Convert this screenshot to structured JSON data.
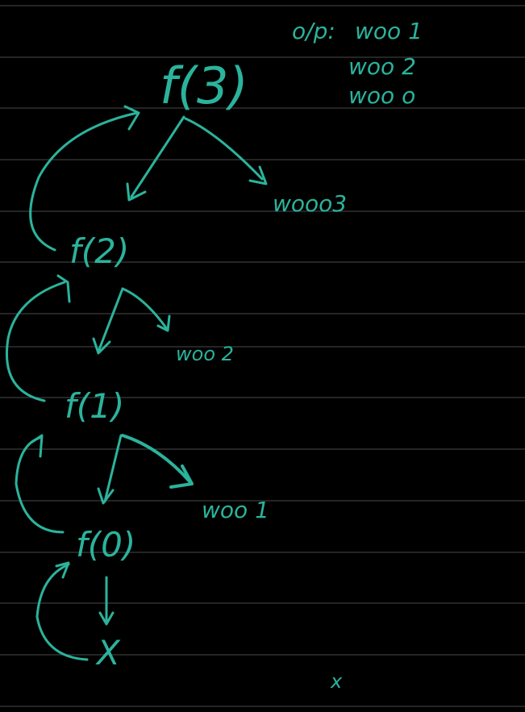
{
  "output": {
    "header": "o/p:",
    "lines": [
      "woo 1",
      "woo 2",
      "woo o"
    ]
  },
  "nodes": {
    "f3": "f(3)",
    "f2": "f(2)",
    "f1": "f(1)",
    "f0": "f(0)",
    "base": "X"
  },
  "prints": {
    "woo3": "wooo3",
    "woo2": "woo 2",
    "woo1": "woo 1"
  },
  "stray_mark": "x",
  "colors": {
    "background": "#000000",
    "ink": "#2bb39c",
    "rule_lines": "#4a4a4a"
  }
}
